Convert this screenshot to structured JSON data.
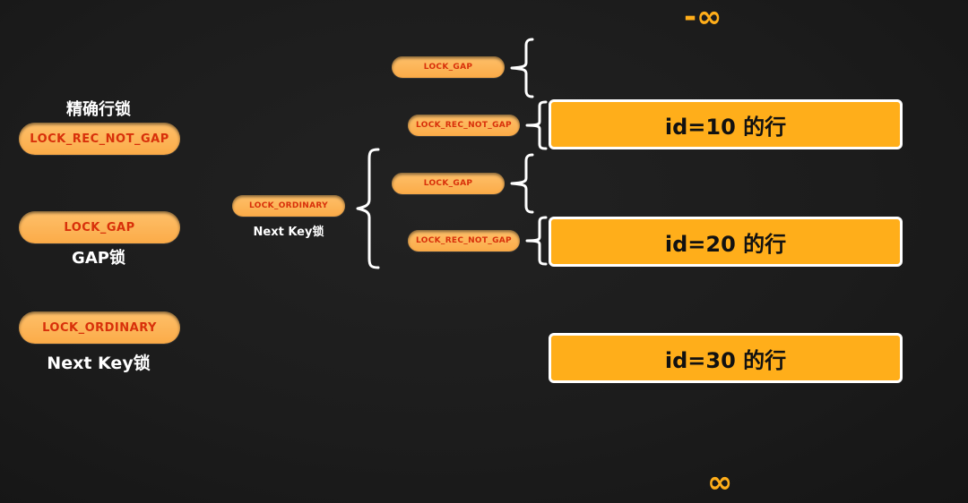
{
  "legend": {
    "items": [
      {
        "caption": "精确行锁",
        "lock": "LOCK_REC_NOT_GAP"
      },
      {
        "lock": "LOCK_GAP",
        "caption": "GAP锁"
      },
      {
        "lock": "LOCK_ORDINARY",
        "caption": "Next Key锁"
      }
    ]
  },
  "next_key": {
    "lock": "LOCK_ORDINARY",
    "caption": "Next Key锁"
  },
  "gaps": [
    {
      "lock": "LOCK_GAP"
    },
    {
      "lock": "LOCK_REC_NOT_GAP"
    },
    {
      "lock": "LOCK_GAP"
    },
    {
      "lock": "LOCK_REC_NOT_GAP"
    }
  ],
  "rows": [
    {
      "label": "id=10 的行"
    },
    {
      "label": "id=20 的行"
    },
    {
      "label": "id=30 的行"
    }
  ],
  "bounds": {
    "top": "-∞",
    "bottom": "∞"
  },
  "colors": {
    "pill": "#fdb35a",
    "pill_text": "#d8300a",
    "row_fill": "#ffae1a",
    "background": "#1c1c1c"
  }
}
